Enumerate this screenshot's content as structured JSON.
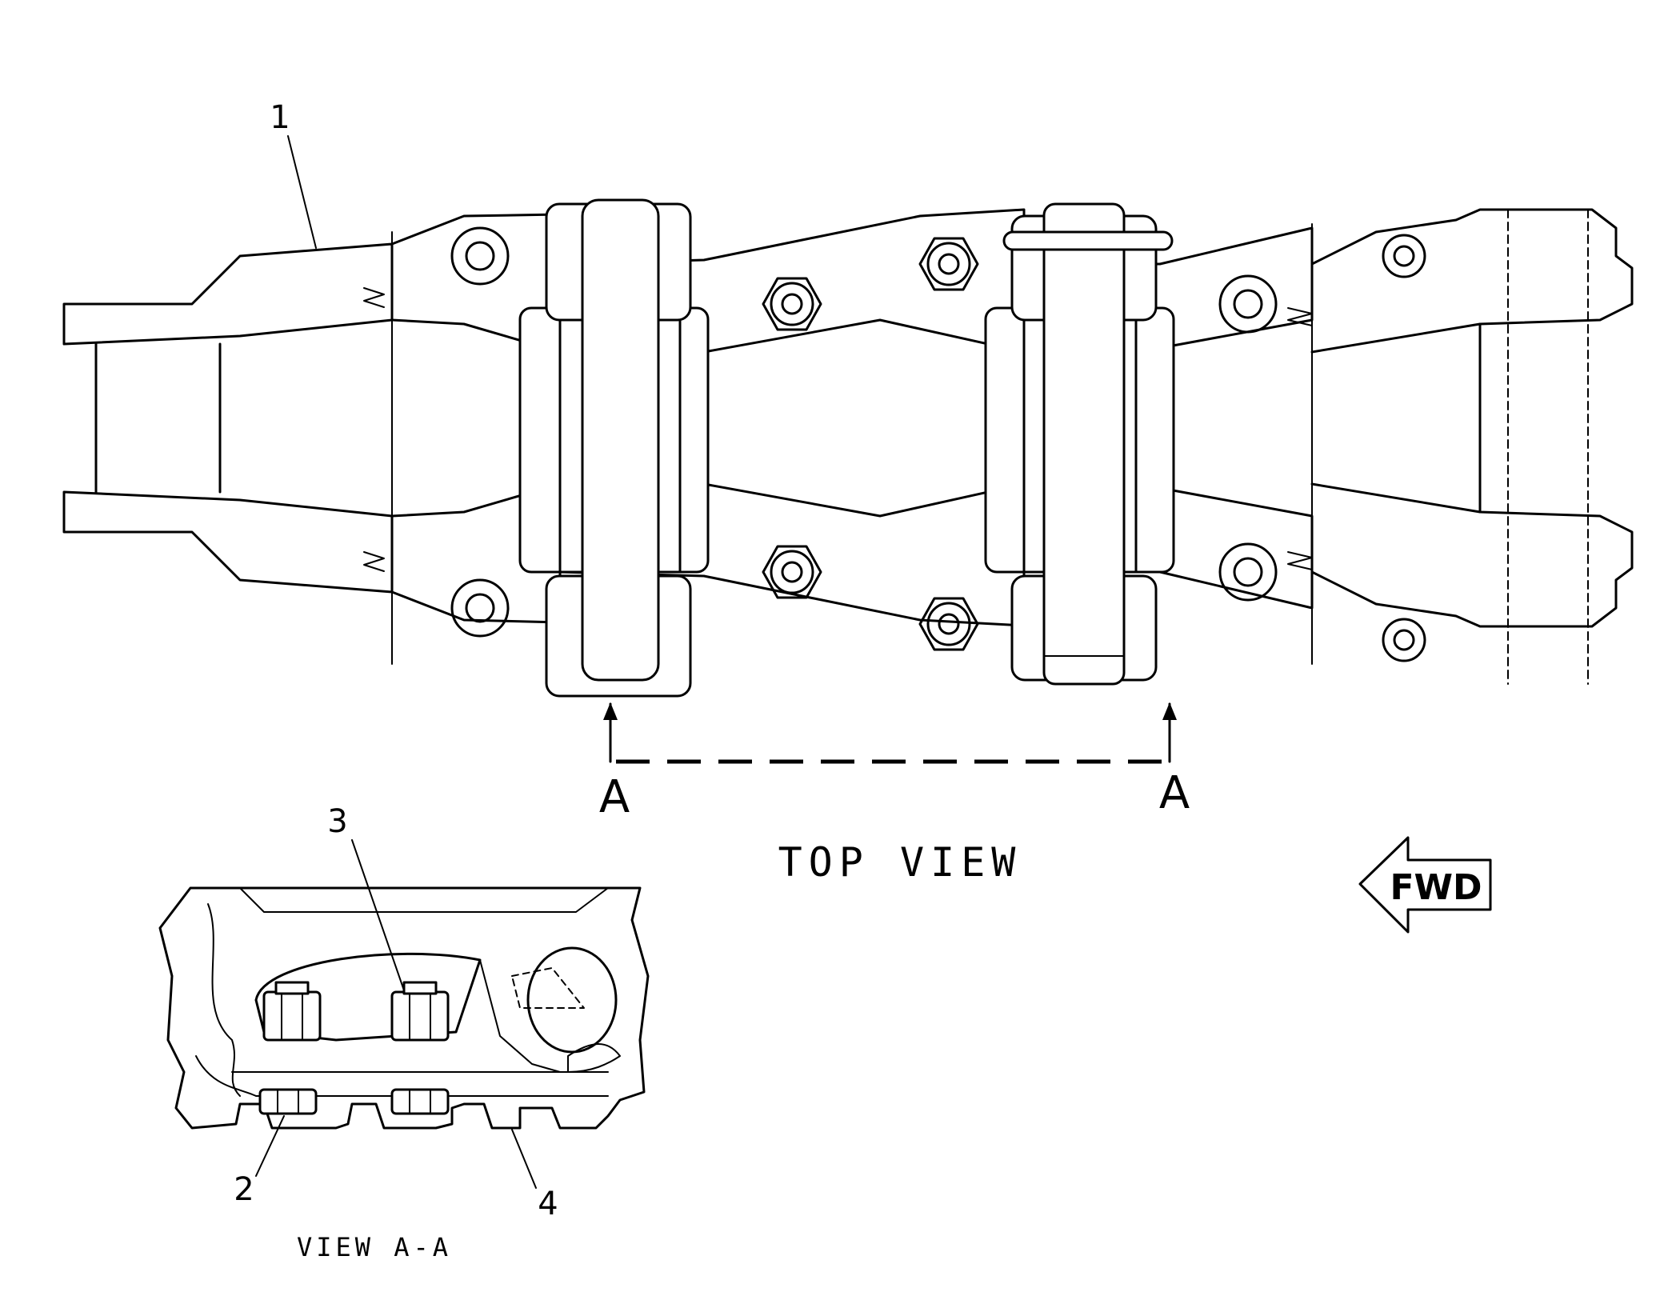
{
  "top_view": {
    "caption": "TOP VIEW",
    "section_marks": [
      "A",
      "A"
    ]
  },
  "section_view": {
    "caption": "VIEW A-A"
  },
  "callouts": [
    "1",
    "2",
    "3",
    "4"
  ],
  "direction_indicator": {
    "label": "FWD",
    "direction": "left"
  }
}
